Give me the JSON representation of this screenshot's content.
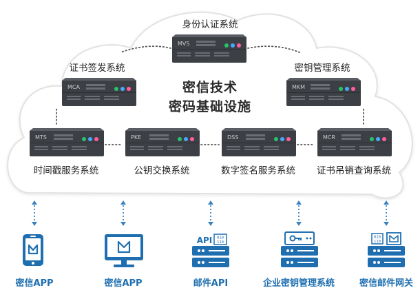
{
  "center": {
    "line1": "密信技术",
    "line2": "密码基础设施"
  },
  "servers": [
    {
      "id": "mvs",
      "code": "MVS",
      "label": "身份认证系统"
    },
    {
      "id": "mca",
      "code": "MCA",
      "label": "证书签发系统"
    },
    {
      "id": "mkm",
      "code": "MKM",
      "label": "密钥管理系统"
    },
    {
      "id": "mts",
      "code": "MTS",
      "label": "时间戳服务系统"
    },
    {
      "id": "pke",
      "code": "PKE",
      "label": "公钥交换系统"
    },
    {
      "id": "dss",
      "code": "DSS",
      "label": "数字签名服务系统"
    },
    {
      "id": "mcr",
      "code": "MCR",
      "label": "证书吊销查询系统"
    }
  ],
  "clients": [
    {
      "id": "mobile-app",
      "icon": "mobile-phone-icon",
      "label": "密信APP"
    },
    {
      "id": "desktop-app",
      "icon": "desktop-monitor-icon",
      "label": "密信APP"
    },
    {
      "id": "mail-api",
      "icon": "api-server-icon",
      "label": "邮件API",
      "icon_text": "API",
      "icon_bits": "010 110"
    },
    {
      "id": "enterprise-kms",
      "icon": "key-server-icon",
      "label": "企业密钥管理系统"
    },
    {
      "id": "mail-gateway",
      "icon": "mail-gateway-server-icon",
      "label": "密信邮件网关",
      "icon_bits": "010 110"
    }
  ],
  "colors": {
    "server_body": "#3c3f44",
    "server_top": "#5a5e64",
    "cloud_stroke": "#e2e2e2",
    "connector": "#555555",
    "arrow": "#3a7fc0",
    "icon_blue": "#1f6fb0",
    "led_green": "#27c36a",
    "led_blue": "#4aa8ff",
    "led_pink": "#ff5fa2"
  }
}
